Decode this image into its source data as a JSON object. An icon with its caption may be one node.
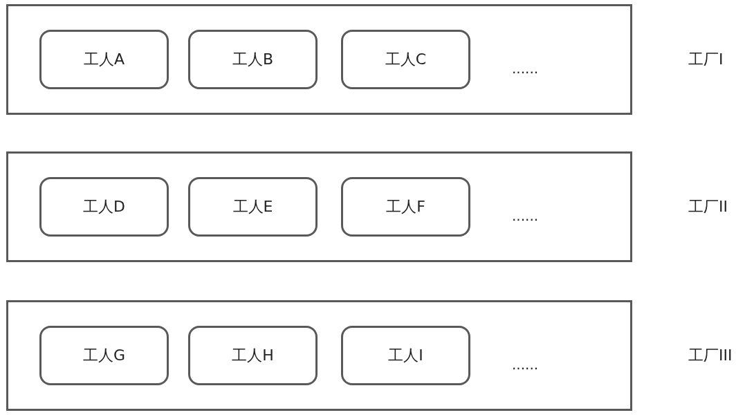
{
  "diagram": {
    "nodes": [
      {
        "text": [
          "工厂I"
        ]
      },
      {
        "text": [
          "工人A"
        ],
        "in": 0
      },
      {
        "text": [
          "工人B"
        ],
        "in": 0
      },
      {
        "text": [
          "工人C"
        ],
        "in": 0
      },
      {
        "text": [
          "工厂II"
        ]
      },
      {
        "text": [
          "工人D"
        ],
        "in": 4
      },
      {
        "text": [
          "工人E"
        ],
        "in": 4
      },
      {
        "text": [
          "工人F"
        ],
        "in": 4
      },
      {
        "text": [
          "工厂III"
        ]
      },
      {
        "text": [
          "工人G"
        ],
        "in": 8
      },
      {
        "text": [
          "工人H"
        ],
        "in": 8
      },
      {
        "text": [
          "工人I"
        ],
        "in": 8
      }
    ],
    "labels": [
      "......",
      "......",
      "......"
    ]
  }
}
